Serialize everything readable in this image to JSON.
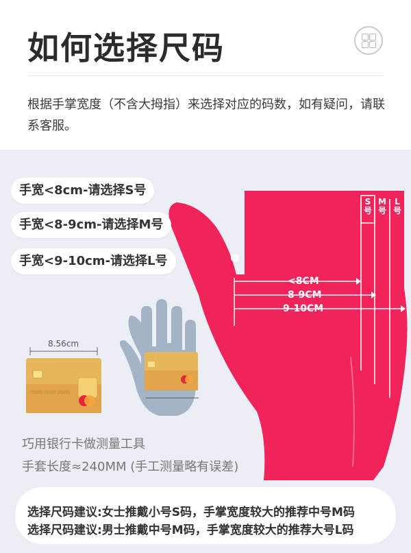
{
  "title": "如何选择尺码",
  "description": "根据手掌宽度（不含大拇指）来选择对应的码数，如有疑问，请联系客服。",
  "size_pills": [
    "手宽<8cm-请选择S号",
    "手宽<8-9cm-请选择M号",
    "手宽<9-10cm-请选择L号"
  ],
  "size_tabs": [
    {
      "letter": "S",
      "label": "号"
    },
    {
      "letter": "M",
      "label": "号"
    },
    {
      "letter": "L",
      "label": "号"
    }
  ],
  "measure_labels": [
    "<8CM",
    "8-9CM",
    "9-10CM"
  ],
  "card_width_label": "8.56cm",
  "card_number": "0000 0000 0000",
  "tool_note": "巧用银行卡做测量工具",
  "length_note": "手套长度≈240MM (手工测量略有误差)",
  "advice": [
    "选择尺码建议:女士推戴小号S码，手掌宽度较大的推荐中号M码",
    "选择尺码建议:男士推戴中号M码，手掌宽度较大的推荐大号L码"
  ],
  "colors": {
    "glove": "#f0235a",
    "glove_light": "#ff5a87",
    "panel": "#eceef5",
    "hand": "#a3b4c8",
    "card": "#e8b65a"
  },
  "icons": [
    "grid-icon",
    "glove-icon",
    "hand-icon",
    "bank-card-icon"
  ]
}
